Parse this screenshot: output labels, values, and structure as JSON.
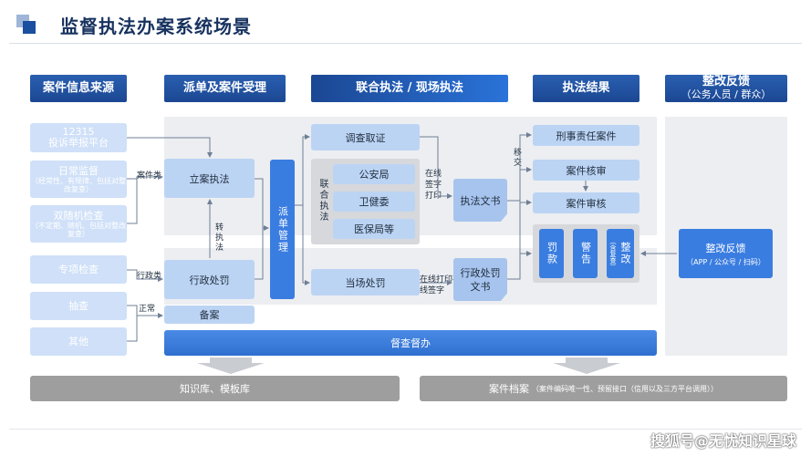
{
  "title": "监督执法办案系统场景",
  "headers": {
    "source": "案件信息来源",
    "dispatch": "派单及案件受理",
    "joint": "联合执法 / 现场执法",
    "result": "执法结果",
    "feedback": "整改反馈",
    "feedback_sub": "（公务人员 / 群众）"
  },
  "sources": [
    {
      "label": "12315",
      "label2": "投诉举报平台",
      "note": ""
    },
    {
      "label": "日常监督",
      "label2": "",
      "note": "（经常性、有规律、包括对整改复查）"
    },
    {
      "label": "双随机检查",
      "label2": "",
      "note": "（不定期、随机、包括对整改复查）"
    },
    {
      "label": "专项检查",
      "label2": "",
      "note": ""
    },
    {
      "label": "抽查",
      "label2": "",
      "note": ""
    },
    {
      "label": "其他",
      "label2": "",
      "note": ""
    }
  ],
  "dispatch": {
    "filing": "立案执法",
    "admin_penalty": "行政处罚",
    "record": "备案",
    "dispatch_mgmt": "派单管理",
    "convert_law": "转执法",
    "case_type": "案件类",
    "admin_type": "行政类",
    "normal": "正常"
  },
  "joint": {
    "investigate": "调查取证",
    "joint_law": "联合执法",
    "agencies": [
      "公安局",
      "卫健委",
      "医保局等"
    ],
    "onsite_penalty": "当场处罚",
    "online_sign": "在线签字打印",
    "law_doc": "执法文书",
    "online_print_sign": "在线打印在线签字",
    "admin_doc": "行政处罚文书",
    "transfer": "移交"
  },
  "results": {
    "criminal": "刑事责任案件",
    "verify": "案件核审",
    "review": "案件审核",
    "fine": "罚款",
    "warning": "警告",
    "rectify": "整改",
    "rectify_note": "（含复查）"
  },
  "feedback": {
    "box_title": "整改反馈",
    "box_sub": "（APP / 公众号 / 扫码）"
  },
  "supervise": "督查督办",
  "knowledge": "知识库、模板库",
  "archive": "案件档案",
  "archive_note": "（案件编码唯一性、预留接口（信用以及三方平台调用））",
  "watermark": "搜狐号@无忧知识星球"
}
